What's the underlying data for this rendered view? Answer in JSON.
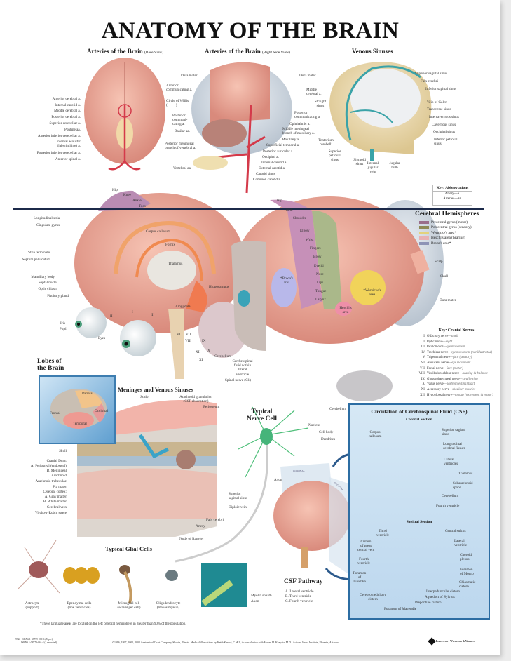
{
  "title": "ANATOMY OF THE BRAIN",
  "arteries_base": {
    "heading": "Arteries of the Brain",
    "subheading": "(Base View)",
    "labels": [
      "Anterior cerebral a.",
      "Internal carotid a.",
      "Middle cerebral a.",
      "Posterior cerebral a.",
      "Superior cerebellar a.",
      "Pontine aa.",
      "Anterior inferior cerebellar a.",
      "Internal acoustic\n(labyrinthine) a.",
      "Posterior inferior cerebellar a.",
      "Anterior spinal a.",
      "Anterior\ncommunicating a.",
      "Circle of Willis\n(-------)",
      "Posterior\ncommuni-\ncating a.",
      "Basilar aa.",
      "Posterior meningeal\nbranch of vertebral a.",
      "Vertebral aa."
    ]
  },
  "arteries_side": {
    "heading": "Arteries of the Brain",
    "subheading": "(Right Side View)",
    "labels": [
      "Dura mater",
      "Dura mater",
      "Middle\ncerebral a.",
      "Posterior\ncommunicating a.",
      "Ophthalmic a.",
      "Middle meningeal\nbranch of maxillary a.",
      "Maxillary a.",
      "Superficial temporal a.",
      "Posterior auricular a.",
      "Occipital a.",
      "Internal carotid a.",
      "External carotid a.",
      "Carotid sinus",
      "Common carotid a."
    ]
  },
  "venous_sinuses": {
    "heading": "Venous Sinuses",
    "labels": [
      "Superior sagittal sinus",
      "Falx cerebri",
      "Inferior sagittal sinus",
      "Vein of Galen",
      "Transverse sinus",
      "Intercavernous sinus",
      "Cavernous sinus",
      "Occipital sinus",
      "Inferior petrosal\nsinus",
      "Straight\nsinus",
      "Tentorium\ncerebelli",
      "Superior\npetrosal\nsinus",
      "Sigmoid\nsinus",
      "Internal\njugular\nvein",
      "Jugular\nbulb"
    ]
  },
  "key_abbreviations": {
    "heading": "Key: Abbreviations",
    "items": [
      "Artery—a.",
      "Arteries—aa."
    ]
  },
  "sagittal_brain": {
    "labels": [
      "Longitudinal stria",
      "Cingulate gyrus",
      "Stria terminalis",
      "Septum pellucidum",
      "Mamillary body",
      "Septal nuclei",
      "Optic chiasm",
      "Pituitary gland",
      "Corpus callosum",
      "Fornix",
      "Thalamus",
      "Hippocampus",
      "Amygdala",
      "Hip",
      "Knee",
      "Ankle",
      "Toes",
      "Iris",
      "Pupil",
      "Eyes",
      "I",
      "II",
      "II",
      "VI",
      "VII",
      "VIII",
      "IX",
      "X",
      "XII",
      "XI",
      "Cerebellum",
      "Cerebrospinal\nfluid within\nlateral ventricle",
      "Spinal nerve (C1)"
    ]
  },
  "lateral_brain": {
    "labels": [
      "Hip",
      "Trunk",
      "Shoulder",
      "Elbow",
      "Wrist",
      "Fingers",
      "Brow",
      "Eyelid",
      "Nose",
      "Lips",
      "Tongue",
      "Larynx",
      "*Broca's\narea",
      "*Wernicke's\narea",
      "Heschl's\narea",
      "Cerebellum",
      "Scalp",
      "Skull",
      "Dura mater"
    ]
  },
  "cerebral_hemispheres": {
    "heading": "Cerebral Hemispheres",
    "legend": [
      {
        "label": "Precentral gyrus (motor)",
        "color": "#9a6e8a"
      },
      {
        "label": "Postcentral gyrus (sensory)",
        "color": "#8f8a55"
      },
      {
        "label": "Wernicke's area*",
        "color": "#e3d27c"
      },
      {
        "label": "Heschl's area (hearing)",
        "color": "#e8b2b4"
      },
      {
        "label": "Broca's area*",
        "color": "#8e94b6"
      }
    ]
  },
  "cranial_nerves": {
    "heading": "Key: Cranial Nerves",
    "items": [
      {
        "num": "I.",
        "name": "Olfactory nerve",
        "fn": "—smell"
      },
      {
        "num": "II.",
        "name": "Optic nerve",
        "fn": "—sight"
      },
      {
        "num": "III.",
        "name": "Oculomotor",
        "fn": "—eye movement"
      },
      {
        "num": "IV.",
        "name": "Trochlear nerve",
        "fn": "—eye movement (not illustrated)"
      },
      {
        "num": "V.",
        "name": "Trigeminal nerve",
        "fn": "—face (sensory)"
      },
      {
        "num": "VI.",
        "name": "Abducens nerve",
        "fn": "—eye movement"
      },
      {
        "num": "VII.",
        "name": "Facial nerve",
        "fn": "—face (motor)"
      },
      {
        "num": "VIII.",
        "name": "Vestibulocochlear nerve",
        "fn": "—hearing & balance"
      },
      {
        "num": "IX.",
        "name": "Glossopharyngeal nerve",
        "fn": "—swallowing"
      },
      {
        "num": "X.",
        "name": "Vagus nerve",
        "fn": "—gastrointestinal tract"
      },
      {
        "num": "XI.",
        "name": "Accessory nerve",
        "fn": "—shoulder muscles"
      },
      {
        "num": "XII.",
        "name": "Hypoglossal nerve",
        "fn": "—tongue (movement & motor)"
      }
    ]
  },
  "lobes": {
    "heading": "Lobes of\nthe Brain",
    "labels": [
      "Parietal",
      "Frontal",
      "Occipital",
      "Temporal"
    ]
  },
  "meninges": {
    "heading": "Meninges and Venous Sinuses",
    "labels": [
      "Scalp",
      "Arachnoid granulation\n(CSF absorption)",
      "Periosteum",
      "Skull",
      "Cranial Dura:",
      "A. Periosteal (endosteal)",
      "B. Meningeal",
      "Arachnoid",
      "Arachnoid trabeculae",
      "Pia mater",
      "Cerebral cortex:",
      "A. Gray matter",
      "B. White matter",
      "Cerebral vein",
      "Virchow-Robin space",
      "Superior\nsagittal sinus",
      "Diploic vein",
      "Falx cerebri",
      "Artery",
      "Node of Ranvier"
    ]
  },
  "nerve_cell": {
    "heading": "Typical\nNerve Cell",
    "labels": [
      "Nucleus",
      "Cell body",
      "Dendrites",
      "Axon"
    ]
  },
  "glial_cells": {
    "heading": "Typical Glial Cells",
    "labels": [
      "Astrocyte\n(support)",
      "Ependymal cells\n(line ventricles)",
      "Microglial cell\n(scavenger cell)",
      "Oligodendrocyte\n(makes myelin)",
      "Myelin sheath",
      "Axon"
    ]
  },
  "csf_pathway": {
    "heading": "CSF Pathway",
    "items": [
      "A.  Lateral ventricle",
      "B.  Third ventricle",
      "C.  Fourth ventricle"
    ],
    "plane_labels": [
      "CORONAL",
      "SAGITTAL"
    ]
  },
  "csf_circulation": {
    "heading": "Circulation of Cerebrospinal Fluid (CSF)",
    "coronal_heading": "Coronal Section",
    "coronal_labels": [
      "Corpus\ncallosum",
      "Superior sagittal\nsinus",
      "Longitudinal\ncerebral fissure",
      "Lateral\nventricles",
      "Thalamus",
      "Subarachnoid\nspace",
      "Cerebellum",
      "Fourth ventricle"
    ],
    "sagittal_heading": "Sagittal  Section",
    "sagittal_labels": [
      "Third\nventricle",
      "Cistern\nof great\ncentral vein",
      "Fourth\nventricle",
      "Foramen\nof Luschka",
      "Cerebromedullary\ncistern",
      "Foramen of Magendie",
      "Central sulcus",
      "Lateral\nventricle",
      "Choroid\nplexus",
      "Foramen\nof Monro",
      "Chiasmatic\ncistern",
      "Interpeduncular cistern",
      "Aqueduct of Sylvius",
      "Prepontine cistern"
    ]
  },
  "footnote": "*These language areas are located on the left cerebral hemisphere in greater than 90% of the population.",
  "isbn": "9922  ISBN# 1-58779-060-6 (Paper)\n         ISBN# 1-58779-061-4 (Laminated)",
  "copyright": "©1996, 1997, 2000, 2002 Anatomical Chart Company, Skokie, Illinois. Medical illustrations by Keith Kasnot, C.M.I., in consultation with Mazen H. Khayata, M.D., Arizona Heart Institute, Phoenix, Arizona",
  "publisher_logo": "Lippincott Williams & Wilkins",
  "colors": {
    "divider": "#1c2a4a",
    "csf_border": "#2c6da3",
    "brain": "#eeaa99",
    "artery": "#d43a4a",
    "sinus": "#3aa3a8"
  }
}
